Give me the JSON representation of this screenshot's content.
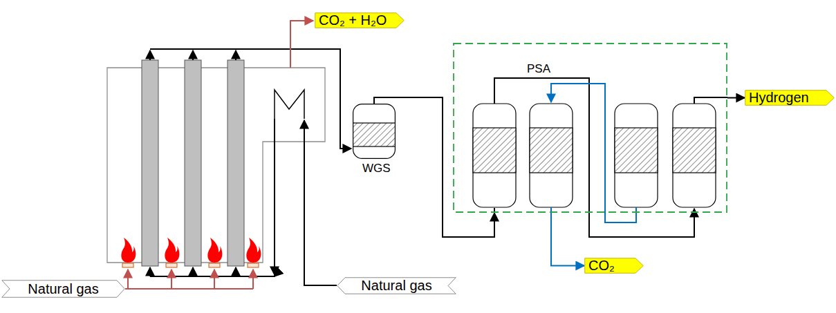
{
  "diagram": {
    "nodes": [
      {
        "text": [
          "CO₂ + H₂O"
        ]
      },
      {
        "text": [
          "PSA"
        ]
      },
      {
        "text": [
          "Hydrogen"
        ]
      },
      {
        "text": [
          "WGS"
        ]
      },
      {
        "text": [
          "CO₂"
        ]
      },
      {
        "text": [
          "Natural gas"
        ]
      },
      {
        "text": [
          "Natural gas"
        ]
      }
    ],
    "edges": [
      {
        "from": 3,
        "to": 1,
        "arrow": "to"
      },
      {
        "from": 1,
        "to": 2,
        "arrow": "to"
      },
      {
        "from": 1,
        "to": 4,
        "arrow": "to"
      }
    ]
  }
}
